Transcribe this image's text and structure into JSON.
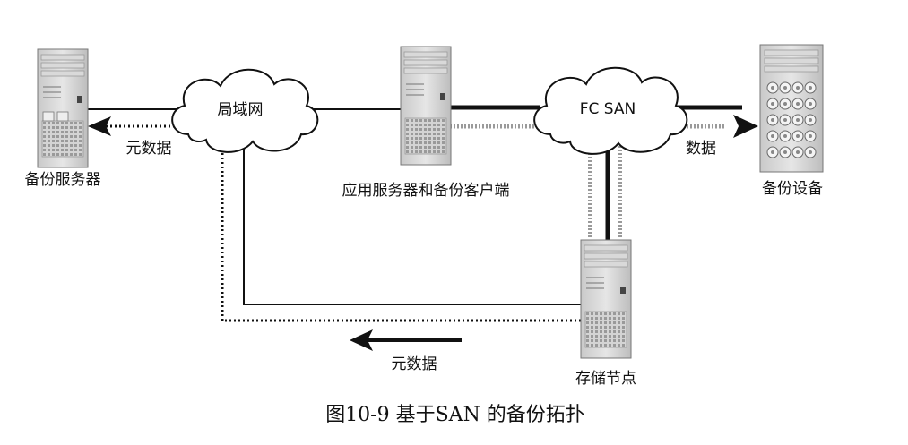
{
  "nodes": {
    "backup_server": "备份服务器",
    "app_server": "应用服务器和备份客户端",
    "backup_device": "备份设备",
    "storage_node": "存储节点"
  },
  "clouds": {
    "lan": "局域网",
    "san": "FC SAN"
  },
  "flows": {
    "metadata_top": "元数据",
    "data_right": "数据",
    "metadata_bottom": "元数据"
  },
  "caption": "图10-9 基于SAN 的备份拓扑"
}
